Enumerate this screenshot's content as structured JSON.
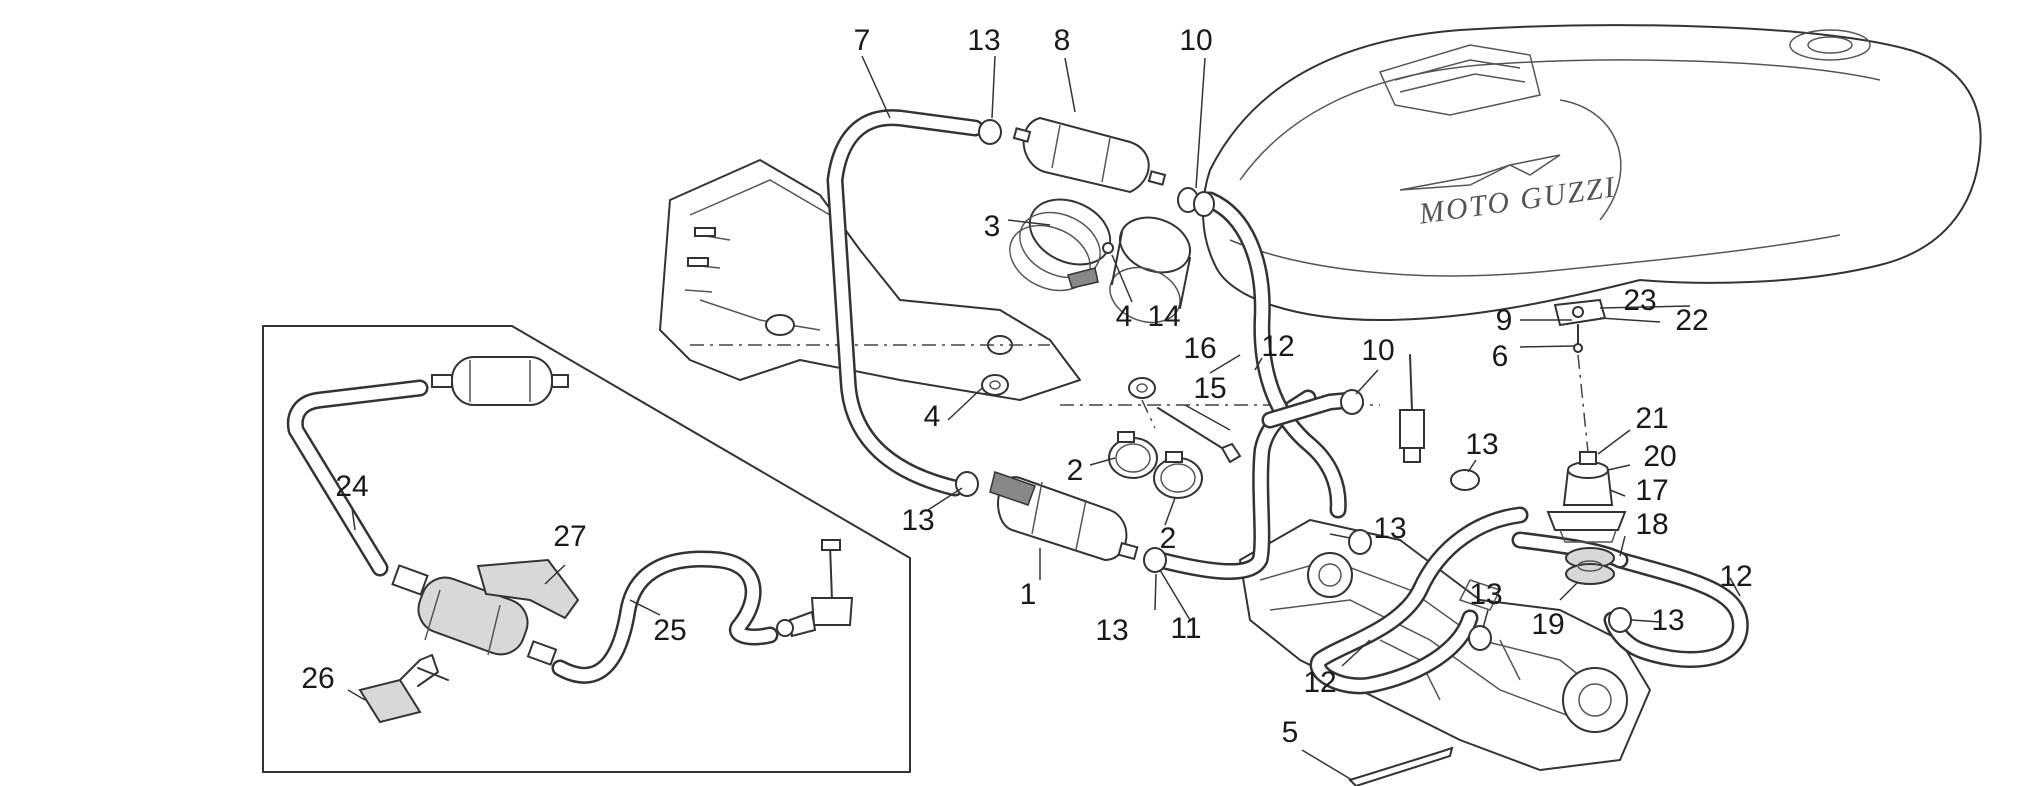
{
  "brand": {
    "tank_logo": "MOTO GUZZI"
  },
  "labels": {
    "l1": "1",
    "l2a": "2",
    "l2b": "2",
    "l3": "3",
    "l4a": "4",
    "l4b": "4",
    "l5": "5",
    "l6": "6",
    "l7": "7",
    "l8": "8",
    "l9": "9",
    "l10a": "10",
    "l10b": "10",
    "l11": "11",
    "l12a": "12",
    "l12b": "12",
    "l12c": "12",
    "l13a": "13",
    "l13b": "13",
    "l13c": "13",
    "l13d": "13",
    "l13e": "13",
    "l13f": "13",
    "l13g": "13",
    "l14": "14",
    "l15": "15",
    "l16": "16",
    "l17": "17",
    "l18": "18",
    "l19": "19",
    "l20": "20",
    "l21": "21",
    "l22": "22",
    "l23": "23",
    "l24": "24",
    "l25": "25",
    "l26": "26",
    "l27": "27"
  }
}
